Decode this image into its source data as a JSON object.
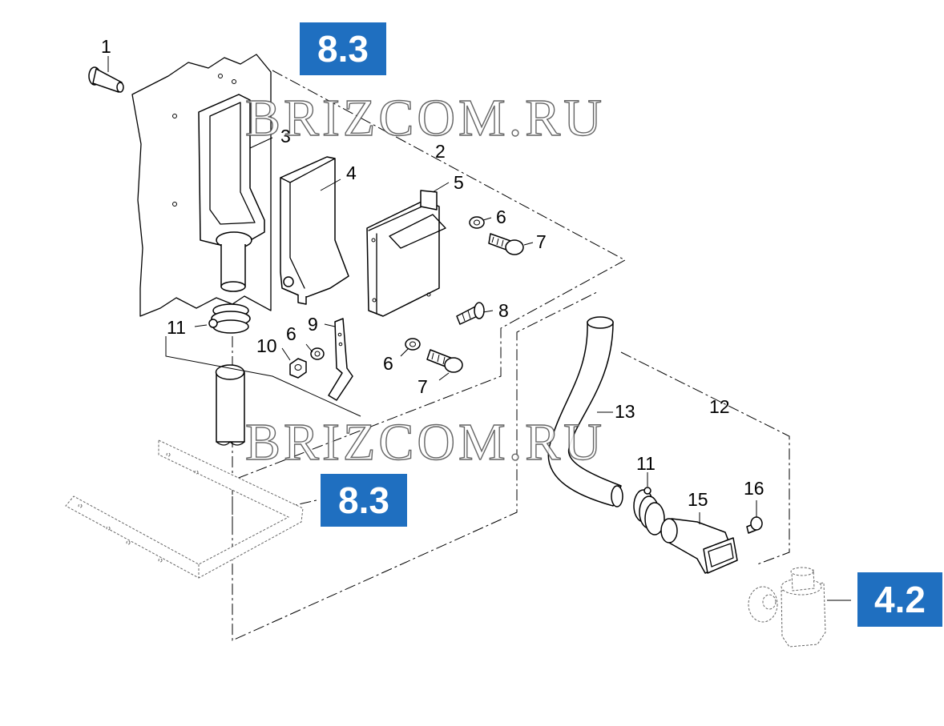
{
  "watermark": "BRIZCOM.RU",
  "refs": {
    "top": "8.3",
    "mid": "8.3",
    "right": "4.2"
  },
  "badge_color": "#1f6fc0",
  "callouts": {
    "c1": "1",
    "c2": "2",
    "c3": "3",
    "c4": "4",
    "c5": "5",
    "c6a": "6",
    "c7a": "7",
    "c8": "8",
    "c9": "9",
    "c10": "10",
    "c11a": "11",
    "c6b": "6",
    "c6c": "6",
    "c7b": "7",
    "c12": "12",
    "c13": "13",
    "c11b": "11",
    "c15": "15",
    "c16": "16"
  }
}
